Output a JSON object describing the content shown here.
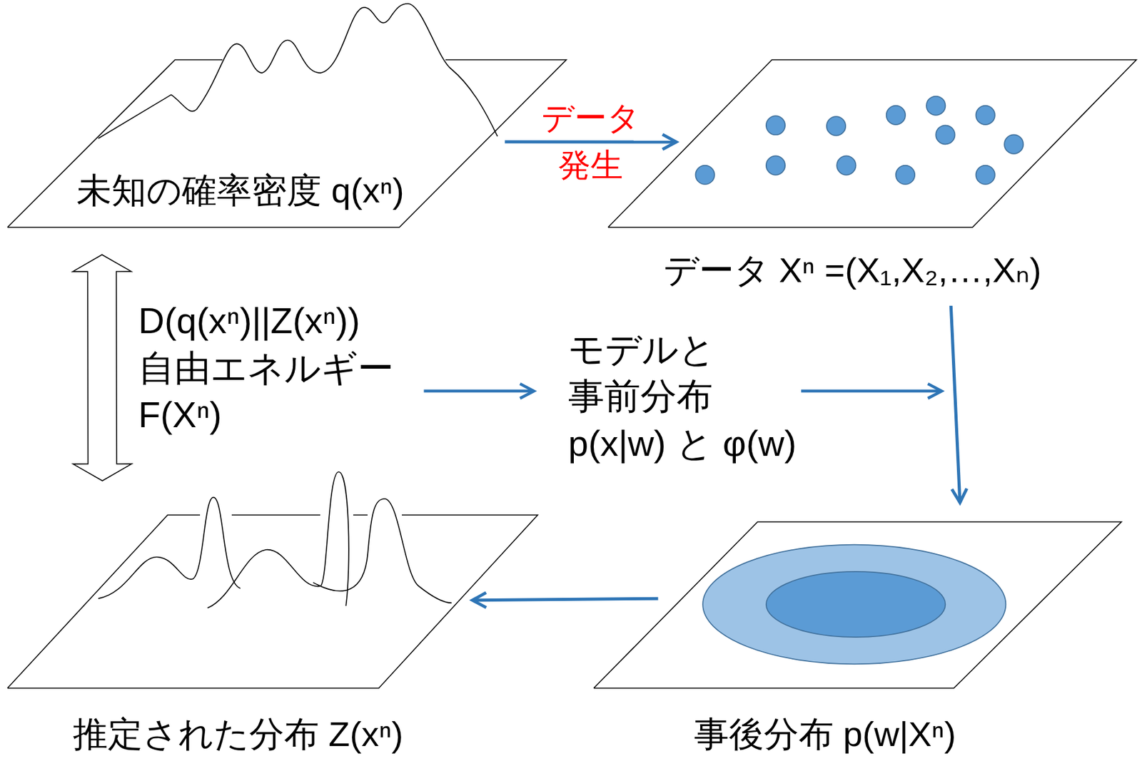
{
  "diagram": {
    "nodes": [
      {
        "text": [
          "未知の確率密度 q(xⁿ)"
        ]
      },
      {
        "text": [
          "データ Xⁿ =(X₁,X₂,…,Xₙ)"
        ]
      },
      {
        "text": [
          "推定された分布 Z(xⁿ)"
        ]
      },
      {
        "text": [
          "事後分布 p(w|Xⁿ)"
        ]
      }
    ],
    "edges": [
      {
        "from": 0,
        "to": 1,
        "arrow": "to",
        "label": "データ 発生"
      },
      {
        "from": 1,
        "to": 3,
        "arrow": "to"
      },
      {
        "from": 3,
        "to": 2,
        "arrow": "to"
      },
      {
        "from": 0,
        "to": 2,
        "arrow": "both",
        "label": "D(q(xⁿ)||Z(xⁿ)) 自由エネルギー F(Xⁿ)"
      }
    ],
    "labels": [
      "モデルと 事前分布 p(x|w) と φ(w)"
    ]
  }
}
